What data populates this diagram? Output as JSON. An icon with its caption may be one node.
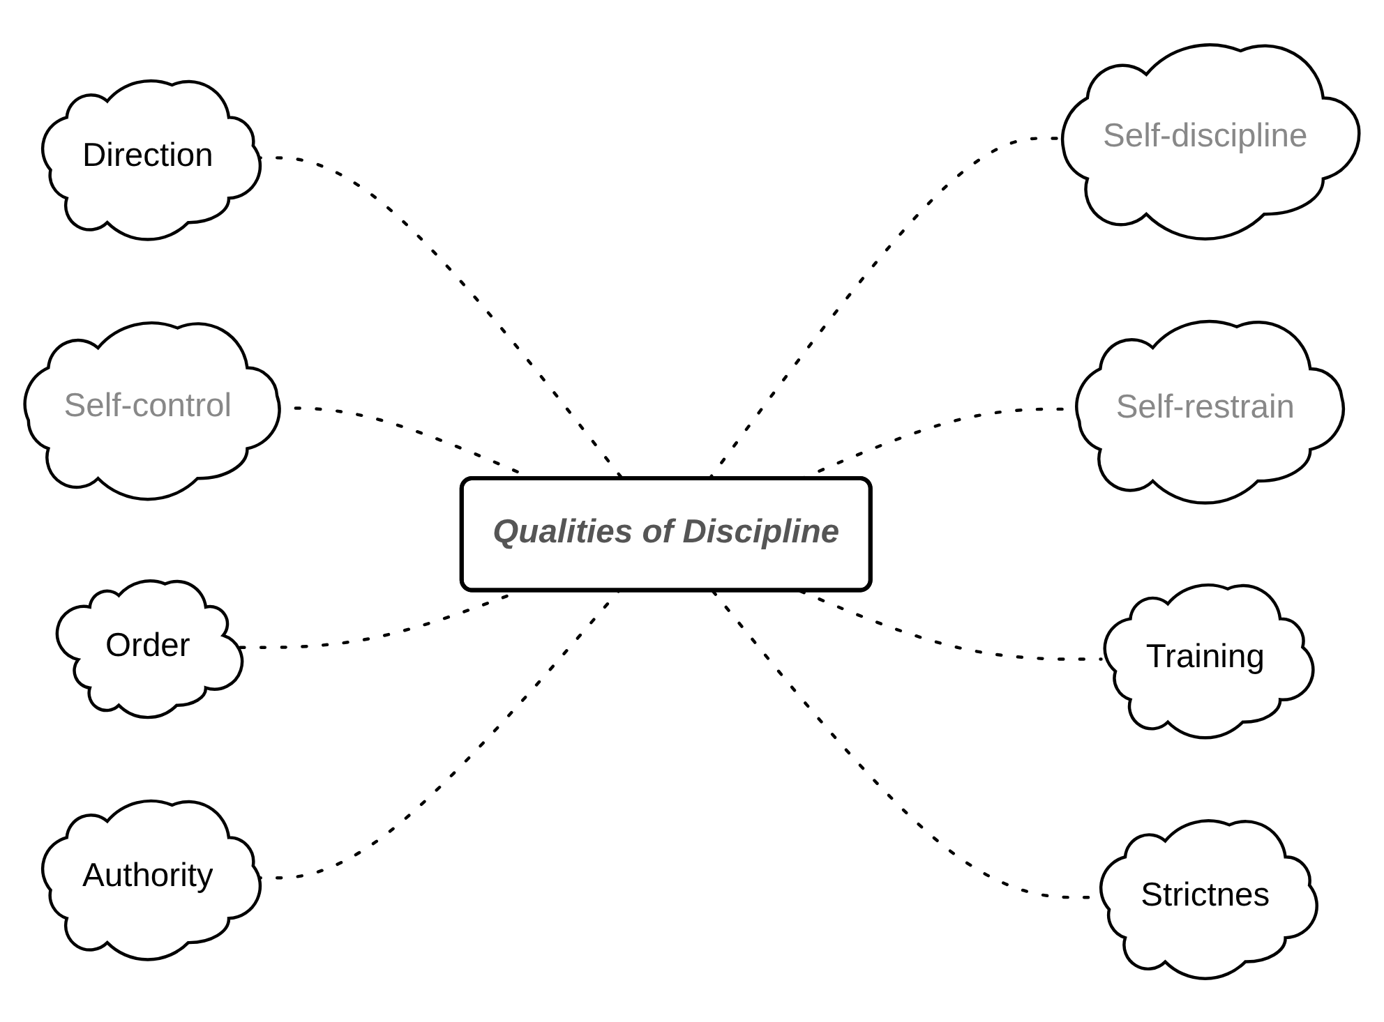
{
  "diagram": {
    "nodes": [
      {
        "text": [
          "Qualities of Discipline"
        ]
      },
      {
        "text": [
          "Direction"
        ]
      },
      {
        "text": [
          "Self-control"
        ]
      },
      {
        "text": [
          "Self-discipline"
        ]
      },
      {
        "text": [
          "Order"
        ]
      },
      {
        "text": [
          "Self-restrain"
        ]
      },
      {
        "text": [
          "Authority"
        ]
      },
      {
        "text": [
          "Training"
        ]
      },
      {
        "text": [
          "Strictnes"
        ]
      }
    ],
    "edges": [
      {
        "from": 1,
        "to": 0,
        "arrow": "none",
        "style": "dashed"
      },
      {
        "from": 2,
        "to": 0,
        "arrow": "none",
        "style": "dashed"
      },
      {
        "from": 0,
        "to": 3,
        "arrow": "none",
        "style": "dashed"
      },
      {
        "from": 4,
        "to": 0,
        "arrow": "none",
        "style": "dashed"
      },
      {
        "from": 0,
        "to": 5,
        "arrow": "none",
        "style": "dashed"
      },
      {
        "from": 6,
        "to": 0,
        "arrow": "none",
        "style": "dashed"
      },
      {
        "from": 0,
        "to": 7,
        "arrow": "none",
        "style": "dashed"
      },
      {
        "from": 0,
        "to": 8,
        "arrow": "none",
        "style": "dashed"
      }
    ]
  }
}
